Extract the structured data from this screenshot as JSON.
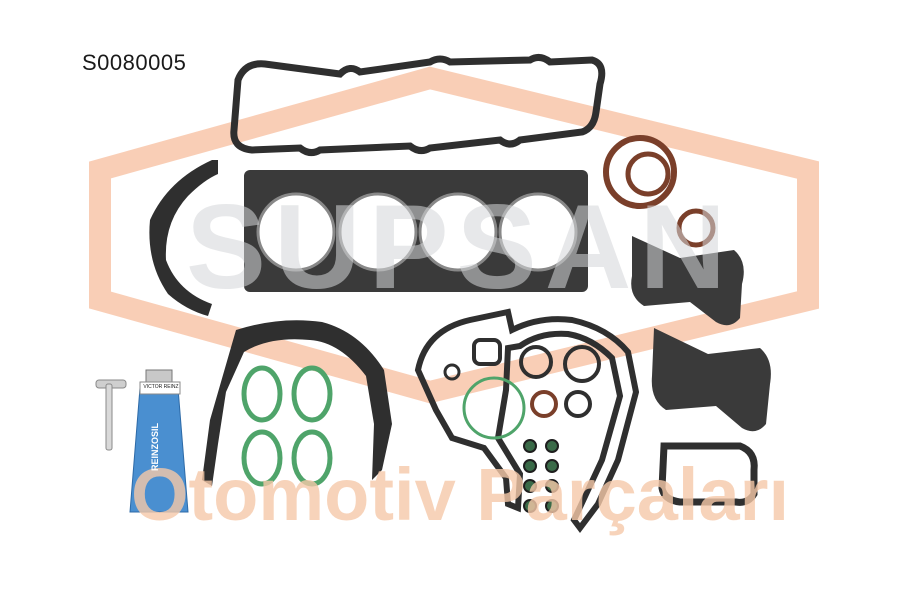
{
  "image": {
    "part_code": "S0080005",
    "watermark": {
      "brand": "SUPSAN",
      "tagline": "Otomotiv Parçaları"
    },
    "sealant_tube": {
      "brand": "REINZOSIL",
      "label": "VICTOR REINZ"
    },
    "colors": {
      "background": "#ffffff",
      "watermark_orange": "#f4a67a",
      "watermark_grey": "#c9cbcd",
      "gasket_dark": "#2f2f2f",
      "gasket_green": "#4fa46a",
      "seal_brown": "#7a3f2a",
      "tube_blue": "#4a8fd0"
    }
  }
}
